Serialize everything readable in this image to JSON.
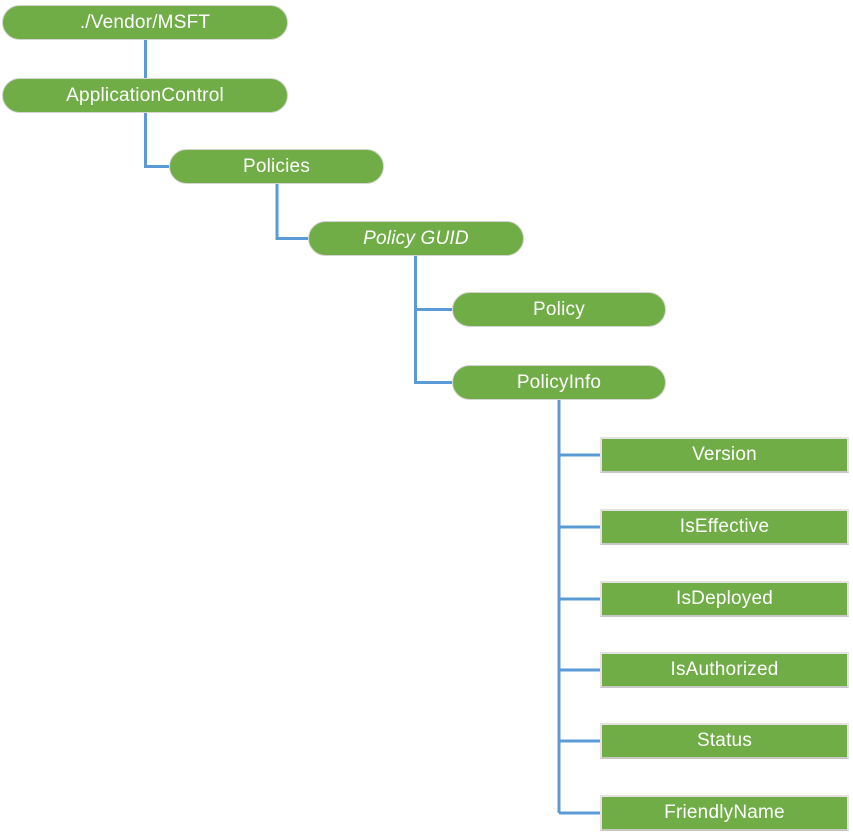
{
  "colors": {
    "node_fill": "#70AD47",
    "node_border": "#d6d4d2",
    "rect_border": "#e4e3e1",
    "rect_border_bottom": "#c9c8c6",
    "connector": "#5B9BD5",
    "node_text": "#FFFFFF",
    "background": "#FFFFFF"
  },
  "tree": {
    "nodes": [
      {
        "id": "vendor-msft",
        "label": "./Vendor/MSFT",
        "parent": null,
        "shape": "pill",
        "italic": false
      },
      {
        "id": "application-control",
        "label": "ApplicationControl",
        "parent": "vendor-msft",
        "shape": "pill",
        "italic": false
      },
      {
        "id": "policies",
        "label": "Policies",
        "parent": "application-control",
        "shape": "pill",
        "italic": false
      },
      {
        "id": "policy-guid",
        "label": "Policy GUID",
        "parent": "policies",
        "shape": "pill",
        "italic": true
      },
      {
        "id": "policy",
        "label": "Policy",
        "parent": "policy-guid",
        "shape": "pill",
        "italic": false
      },
      {
        "id": "policy-info",
        "label": "PolicyInfo",
        "parent": "policy-guid",
        "shape": "pill",
        "italic": false
      },
      {
        "id": "version",
        "label": "Version",
        "parent": "policy-info",
        "shape": "rect",
        "italic": false
      },
      {
        "id": "is-effective",
        "label": "IsEffective",
        "parent": "policy-info",
        "shape": "rect",
        "italic": false
      },
      {
        "id": "is-deployed",
        "label": "IsDeployed",
        "parent": "policy-info",
        "shape": "rect",
        "italic": false
      },
      {
        "id": "is-authorized",
        "label": "IsAuthorized",
        "parent": "policy-info",
        "shape": "rect",
        "italic": false
      },
      {
        "id": "status",
        "label": "Status",
        "parent": "policy-info",
        "shape": "rect",
        "italic": false
      },
      {
        "id": "friendly-name",
        "label": "FriendlyName",
        "parent": "policy-info",
        "shape": "rect",
        "italic": false
      }
    ]
  }
}
